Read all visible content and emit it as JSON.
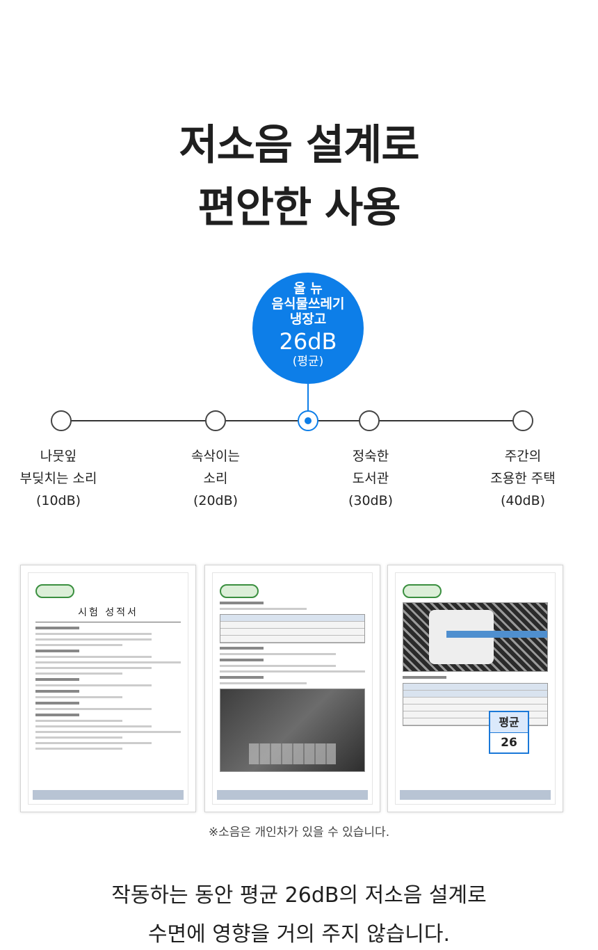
{
  "headline": {
    "line1": "저소음 설계로",
    "line2": "편안한 사용"
  },
  "bubble": {
    "line1": "올 뉴",
    "line2": "음식물쓰레기",
    "line3": "냉장고",
    "db": "26dB",
    "avg": "(평균)"
  },
  "timeline": {
    "labels": [
      {
        "l1": "나뭇잎",
        "l2": "부딪치는 소리",
        "l3": "(10dB)"
      },
      {
        "l1": "속삭이는",
        "l2": "소리",
        "l3": "(20dB)"
      },
      {
        "l1": "정숙한",
        "l2": "도서관",
        "l3": "(30dB)"
      },
      {
        "l1": "주간의",
        "l2": "조용한 주택",
        "l3": "(40dB)"
      }
    ]
  },
  "documents": {
    "doc1_title": "시험 성적서",
    "avg_label": "평균",
    "avg_value": "26"
  },
  "note": "※소음은 개인차가 있을 수 있습니다.",
  "bottom": {
    "line1": "작동하는 동안 평균 26dB의 저소음 설계로",
    "line2": "수면에 영향을 거의 주지 않습니다."
  }
}
